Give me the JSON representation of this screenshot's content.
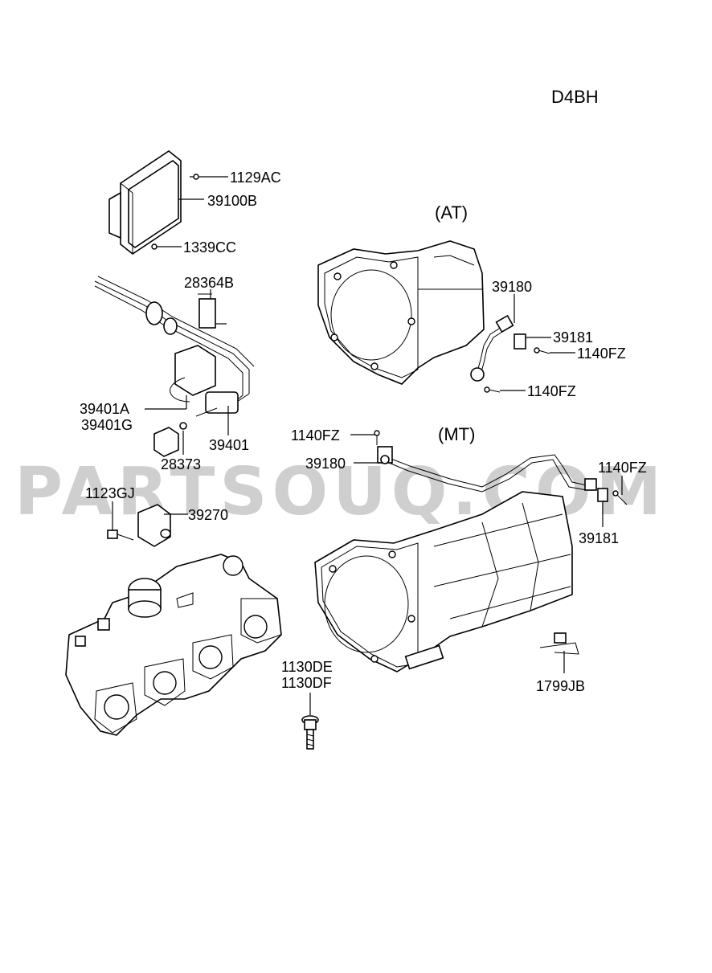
{
  "engine_code": "D4BH",
  "watermark": "PARTSOUQ.COM",
  "variants": {
    "at": "(AT)",
    "mt": "(MT)"
  },
  "labels": {
    "p1129AC": "1129AC",
    "p39100B": "39100B",
    "p1339CC": "1339CC",
    "p28364B": "28364B",
    "p39401A": "39401A",
    "p39401G": "39401G",
    "p39401": "39401",
    "p28373": "28373",
    "p1123GJ": "1123GJ",
    "p39270": "39270",
    "at_39180": "39180",
    "at_39181": "39181",
    "at_1140FZ_a": "1140FZ",
    "at_1140FZ_b": "1140FZ",
    "mt_1140FZ_a": "1140FZ",
    "mt_39180": "39180",
    "mt_1140FZ_b": "1140FZ",
    "mt_39181": "39181",
    "p1130DE": "1130DE",
    "p1130DF": "1130DF",
    "p1799JB": "1799JB"
  }
}
